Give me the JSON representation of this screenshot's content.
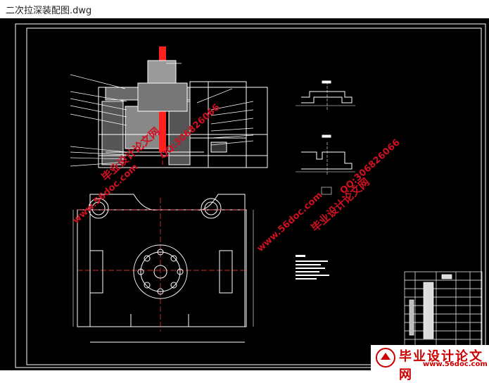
{
  "window": {
    "title": "二次拉深装配图.dwg"
  },
  "watermarks": {
    "w1a": "毕业设计论文网",
    "w1b": "www.56doc.com",
    "w1c": "QQ:306826066",
    "w2a": "www.56doc.com",
    "w2b": "QQ:306826066",
    "w2c": "毕业设计论文网"
  },
  "logo": {
    "name": "毕业设计论文网",
    "url": "www.56doc.com"
  },
  "colors": {
    "canvas": "#000000",
    "lines": "#ffffff",
    "accent": "#ff2020",
    "watermark": "#d01020"
  }
}
